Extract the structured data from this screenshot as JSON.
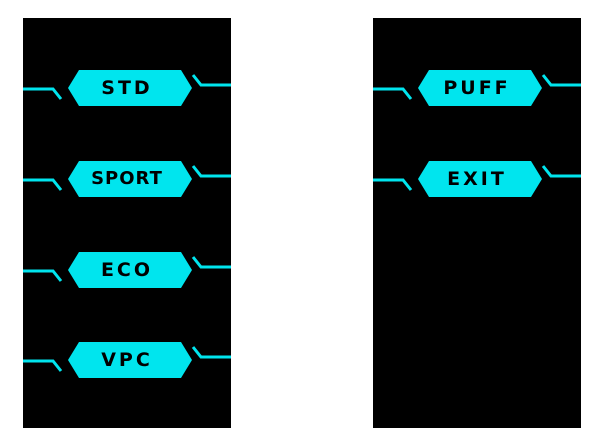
{
  "colors": {
    "background": "#ffffff",
    "panel": "#000000",
    "accent": "#00e5ee",
    "button_text": "#000000"
  },
  "left_menu": {
    "items": [
      {
        "label": "STD"
      },
      {
        "label": "SPORT"
      },
      {
        "label": "ECO"
      },
      {
        "label": "VPC"
      }
    ]
  },
  "right_menu": {
    "items": [
      {
        "label": "PUFF"
      },
      {
        "label": "EXIT"
      }
    ]
  }
}
